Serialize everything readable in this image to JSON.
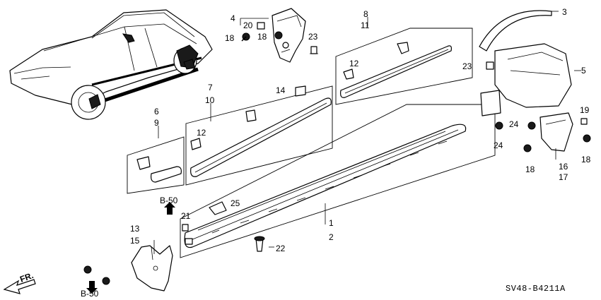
{
  "diagram_code": "SV48-B4211A",
  "front_label": "FR.",
  "reference_b50_up": "B-50",
  "reference_b50_down": "B-50",
  "callouts": {
    "c1": "1",
    "c2": "2",
    "c3": "3",
    "c4": "4",
    "c5": "5",
    "c6": "6",
    "c7": "7",
    "c8": "8",
    "c9": "9",
    "c10": "10",
    "c11": "11",
    "c12a": "12",
    "c12b": "12",
    "c13": "13",
    "c14": "14",
    "c15": "15",
    "c16": "16",
    "c17": "17",
    "c18a": "18",
    "c18b": "18",
    "c18c": "18",
    "c18d": "18",
    "c19": "19",
    "c20": "20",
    "c21": "21",
    "c22": "22",
    "c23a": "23",
    "c23b": "23",
    "c24a": "24",
    "c24b": "24",
    "c25": "25"
  }
}
